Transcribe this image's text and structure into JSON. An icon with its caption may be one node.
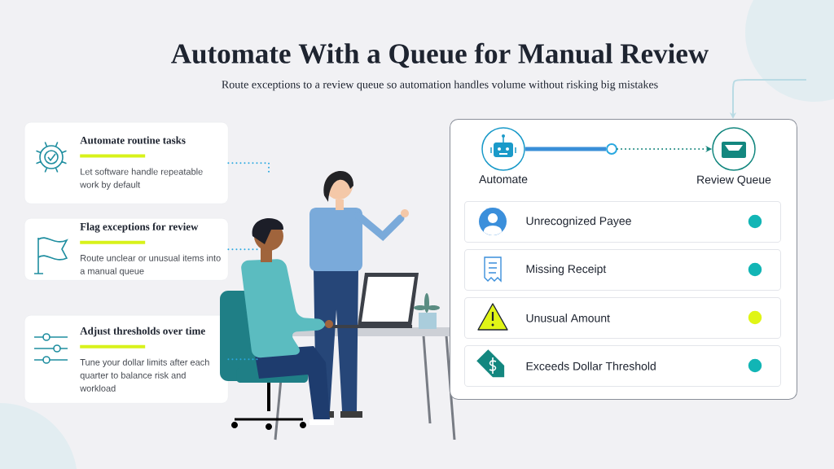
{
  "diagram": {
    "title": "Automate With a Queue for Manual Review",
    "nodes": [
      {
        "text": [
          "Automate routine tasks",
          "Let software handle repeatable work by default"
        ]
      },
      {
        "text": [
          "Flag exceptions for review",
          "Route unclear or unusual items into a manual queue"
        ]
      },
      {
        "text": [
          "Adjust thresholds over time",
          "Tune your dollar limits after each quarter to balance risk and workload"
        ]
      },
      {
        "text": [],
        "shape": "picture"
      },
      {
        "text": [],
        "shape": "box"
      },
      {
        "text": [
          "Automate"
        ],
        "in": 4
      },
      {
        "text": [],
        "shape": "circle",
        "in": 4
      },
      {
        "text": [
          "Review Queue"
        ],
        "in": 4
      },
      {
        "text": [
          "Unrecognized Payee"
        ],
        "in": 4
      },
      {
        "text": [
          "Missing Receipt"
        ],
        "in": 4
      },
      {
        "text": [
          "Unusual Amount"
        ],
        "in": 4
      },
      {
        "text": [
          "Exceeds Dollar Threshold"
        ],
        "in": 4
      }
    ],
    "edges": [
      {
        "from": 0,
        "to": 3,
        "arrow": "none",
        "style": "dashed"
      },
      {
        "from": 1,
        "to": 3,
        "arrow": "none",
        "style": "dashed"
      },
      {
        "from": 2,
        "to": 3,
        "arrow": "none",
        "style": "dashed"
      },
      {
        "from": 5,
        "to": 6,
        "arrow": "none",
        "style": "thick",
        "color": "#3a8fd8"
      },
      {
        "from": 6,
        "to": 7,
        "arrow": "to",
        "style": "dashed",
        "color": "#16857d"
      },
      {
        "from": null,
        "to": 4,
        "arrow": "to",
        "color": "#b9dbe4"
      }
    ],
    "labels": [
      "Route exceptions to a review queue so automation handles volume without risking big mistakes"
    ]
  }
}
